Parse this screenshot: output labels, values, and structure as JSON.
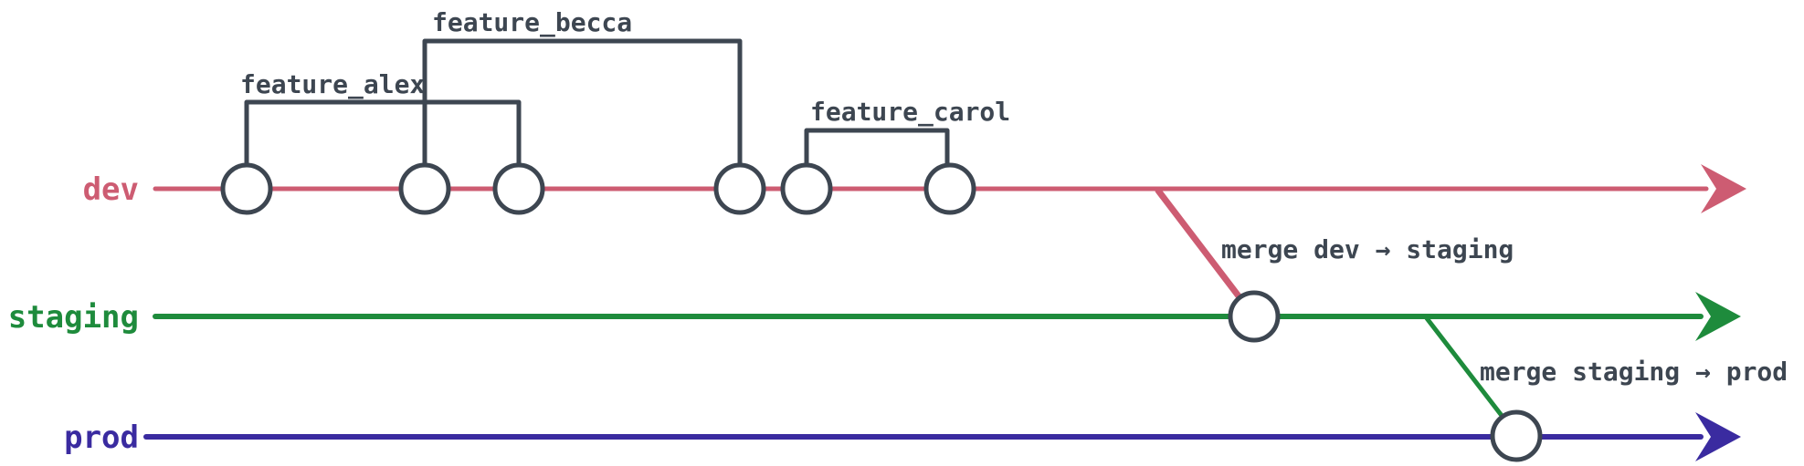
{
  "colors": {
    "ink": "#3d4651",
    "background": "#ffffff",
    "commit_fill": "#ffffff"
  },
  "branches": {
    "dev": {
      "label": "dev",
      "color": "#cd5c72",
      "commit_count": 6
    },
    "staging": {
      "label": "staging",
      "color": "#1e8b3c",
      "commit_count": 1
    },
    "prod": {
      "label": "prod",
      "color": "#3a2ba0",
      "commit_count": 1
    }
  },
  "feature_branches": {
    "alex": {
      "label": "feature_alex"
    },
    "becca": {
      "label": "feature_becca"
    },
    "carol": {
      "label": "feature_carol"
    }
  },
  "merge_annotations": {
    "dev_to_staging": {
      "label": "merge dev → staging"
    },
    "staging_to_prod": {
      "label": "merge staging → prod"
    }
  }
}
